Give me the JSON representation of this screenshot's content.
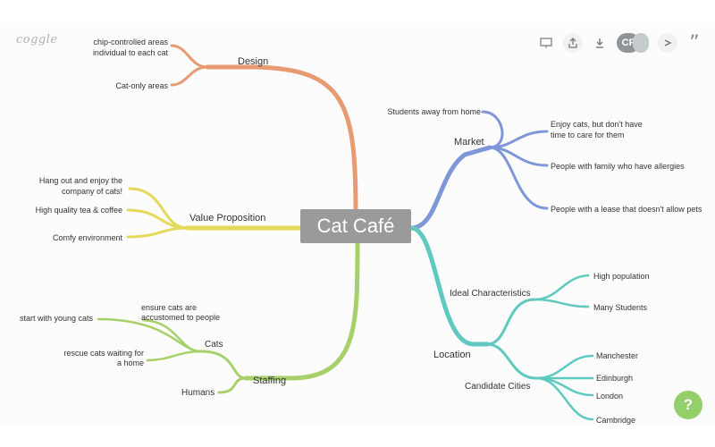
{
  "app": {
    "logo": "coggle"
  },
  "toolbar": {
    "avatar_initials": "CF",
    "icons": [
      "presentation-icon",
      "share-icon",
      "download-icon",
      "avatar",
      "undo-icon",
      "quote-icon"
    ],
    "quote_glyph": "”"
  },
  "central": {
    "label": "Cat Café"
  },
  "colors": {
    "design": "#e89a72",
    "value": "#e5d95a",
    "staffing": "#a8d06a",
    "market": "#7f97d8",
    "location": "#5fc9bf",
    "central": "#9a9a9a",
    "help": "#93cf6a"
  },
  "branches": {
    "design": {
      "label": "Design",
      "children": [
        "chip-controlled areas",
        "individual to each cat",
        "Cat-only areas"
      ]
    },
    "value": {
      "label": "Value Proposition",
      "children": [
        "Hang out and enjoy the",
        "company of cats!",
        "High quality tea & coffee",
        "Comfy environment"
      ]
    },
    "staffing": {
      "label": "Staffing",
      "cats": {
        "label": "Cats",
        "children": [
          "ensure cats are",
          "accustomed to people",
          "start with young cats",
          "rescue cats waiting for",
          "a home"
        ]
      },
      "humans": "Humans"
    },
    "market": {
      "label": "Market",
      "children": [
        "Students away from home",
        "Enjoy cats, but don't have",
        "time to care for them",
        "People with family who have allergies",
        "People with a lease that doesn't allow pets"
      ]
    },
    "location": {
      "label": "Location",
      "ideal": {
        "label": "Ideal Characteristics",
        "children": [
          "High population",
          "Many Students"
        ]
      },
      "cities": {
        "label": "Candidate Cities",
        "children": [
          "Manchester",
          "Edinburgh",
          "London",
          "Cambridge"
        ]
      }
    }
  },
  "help": {
    "label": "?"
  }
}
